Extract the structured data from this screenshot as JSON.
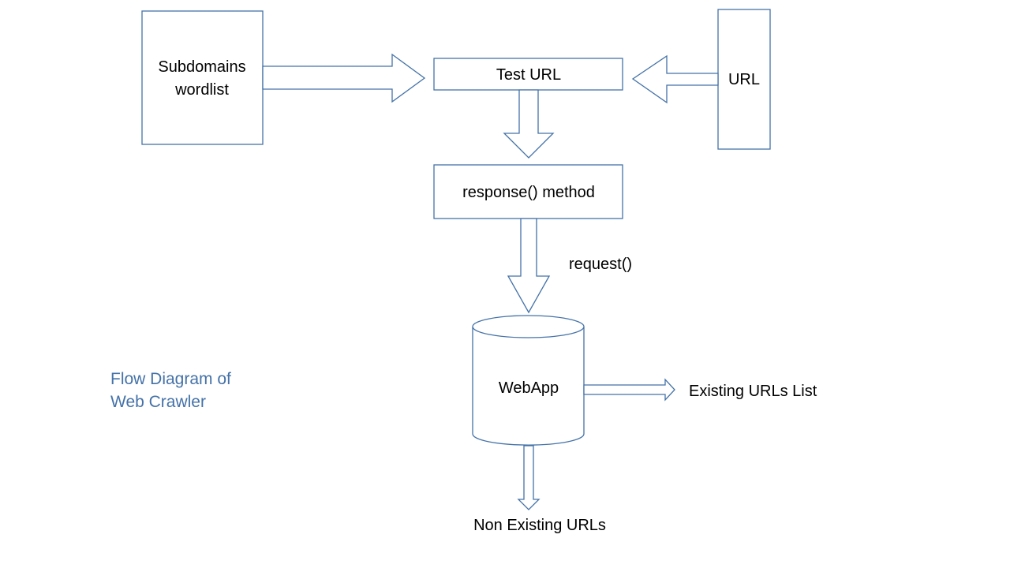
{
  "nodes": {
    "subdomains": {
      "line1": "Subdomains",
      "line2": "wordlist"
    },
    "test_url": "Test URL",
    "url": "URL",
    "response": "response() method",
    "webapp": "WebApp"
  },
  "edge_labels": {
    "request": "request()",
    "existing": "Existing URLs List",
    "non_existing": "Non Existing URLs"
  },
  "caption": {
    "line1": "Flow Diagram of",
    "line2": "Web Crawler"
  },
  "colors": {
    "stroke": "#4472a8",
    "caption": "#4472a8",
    "text": "#000000"
  }
}
